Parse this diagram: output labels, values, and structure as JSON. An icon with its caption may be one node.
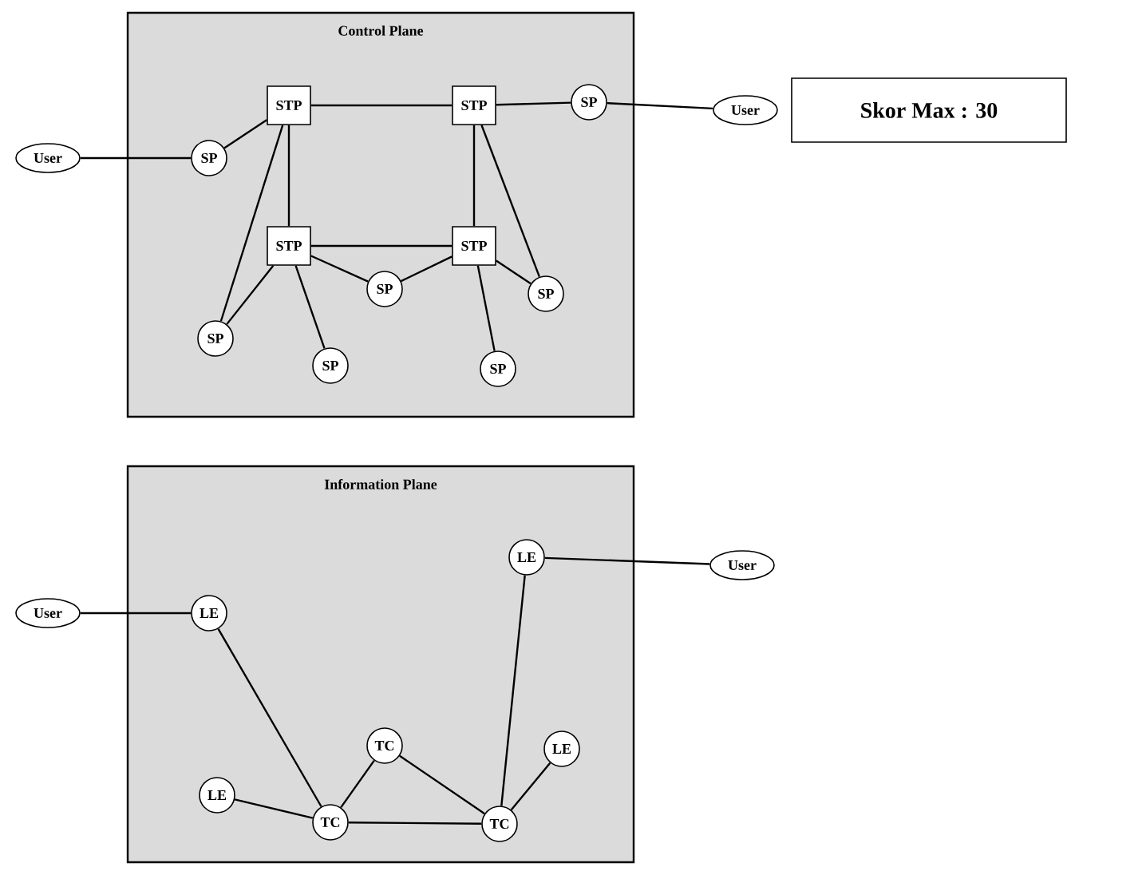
{
  "diagram": {
    "nodes": [
      {
        "text": [
          "Control Plane"
        ]
      },
      {
        "text": [
          "STP"
        ],
        "in": 0
      },
      {
        "text": [
          "STP"
        ],
        "in": 0
      },
      {
        "text": [
          "SP"
        ],
        "in": 0
      },
      {
        "text": [
          "User"
        ]
      },
      {
        "text": [
          "SP"
        ],
        "in": 0
      },
      {
        "text": [
          "User"
        ]
      },
      {
        "text": [
          "STP"
        ],
        "in": 0
      },
      {
        "text": [
          "STP"
        ],
        "in": 0
      },
      {
        "text": [
          "SP"
        ],
        "in": 0
      },
      {
        "text": [
          "SP"
        ],
        "in": 0
      },
      {
        "text": [
          "SP"
        ],
        "in": 0
      },
      {
        "text": [
          "SP"
        ],
        "in": 0
      },
      {
        "text": [
          "SP"
        ],
        "in": 0
      },
      {
        "text": [
          "Information Plane"
        ]
      },
      {
        "text": [
          "LE"
        ],
        "in": 14
      },
      {
        "text": [
          "User"
        ]
      },
      {
        "text": [
          "User"
        ]
      },
      {
        "text": [
          "LE"
        ],
        "in": 14
      },
      {
        "text": [
          "TC"
        ],
        "in": 14
      },
      {
        "text": [
          "LE"
        ],
        "in": 14
      },
      {
        "text": [
          "LE"
        ],
        "in": 14
      },
      {
        "text": [
          "TC"
        ],
        "in": 14
      },
      {
        "text": [
          "TC"
        ],
        "in": 14
      },
      {
        "text": [
          "Skor Max : 30"
        ]
      }
    ],
    "edges": [
      {
        "from": 1,
        "to": 2,
        "arrow": "none"
      },
      {
        "from": 2,
        "to": 3,
        "arrow": "none"
      },
      {
        "from": 3,
        "to": 6,
        "arrow": "none"
      },
      {
        "from": 4,
        "to": 5,
        "arrow": "none"
      },
      {
        "from": 5,
        "to": 1,
        "arrow": "none"
      },
      {
        "from": 1,
        "to": 7,
        "arrow": "none"
      },
      {
        "from": 1,
        "to": 11,
        "arrow": "none"
      },
      {
        "from": 7,
        "to": 11,
        "arrow": "none"
      },
      {
        "from": 7,
        "to": 12,
        "arrow": "none"
      },
      {
        "from": 7,
        "to": 8,
        "arrow": "none"
      },
      {
        "from": 7,
        "to": 9,
        "arrow": "none"
      },
      {
        "from": 9,
        "to": 8,
        "arrow": "none"
      },
      {
        "from": 2,
        "to": 8,
        "arrow": "none"
      },
      {
        "from": 2,
        "to": 10,
        "arrow": "none"
      },
      {
        "from": 8,
        "to": 10,
        "arrow": "none"
      },
      {
        "from": 8,
        "to": 13,
        "arrow": "none"
      },
      {
        "from": 17,
        "to": 18,
        "arrow": "none"
      },
      {
        "from": 15,
        "to": 16,
        "arrow": "none"
      },
      {
        "from": 18,
        "to": 22,
        "arrow": "none"
      },
      {
        "from": 21,
        "to": 22,
        "arrow": "none"
      },
      {
        "from": 22,
        "to": 19,
        "arrow": "none"
      },
      {
        "from": 19,
        "to": 23,
        "arrow": "none"
      },
      {
        "from": 22,
        "to": 23,
        "arrow": "none"
      },
      {
        "from": 15,
        "to": 23,
        "arrow": "none"
      },
      {
        "from": 20,
        "to": 23,
        "arrow": "none"
      }
    ]
  }
}
